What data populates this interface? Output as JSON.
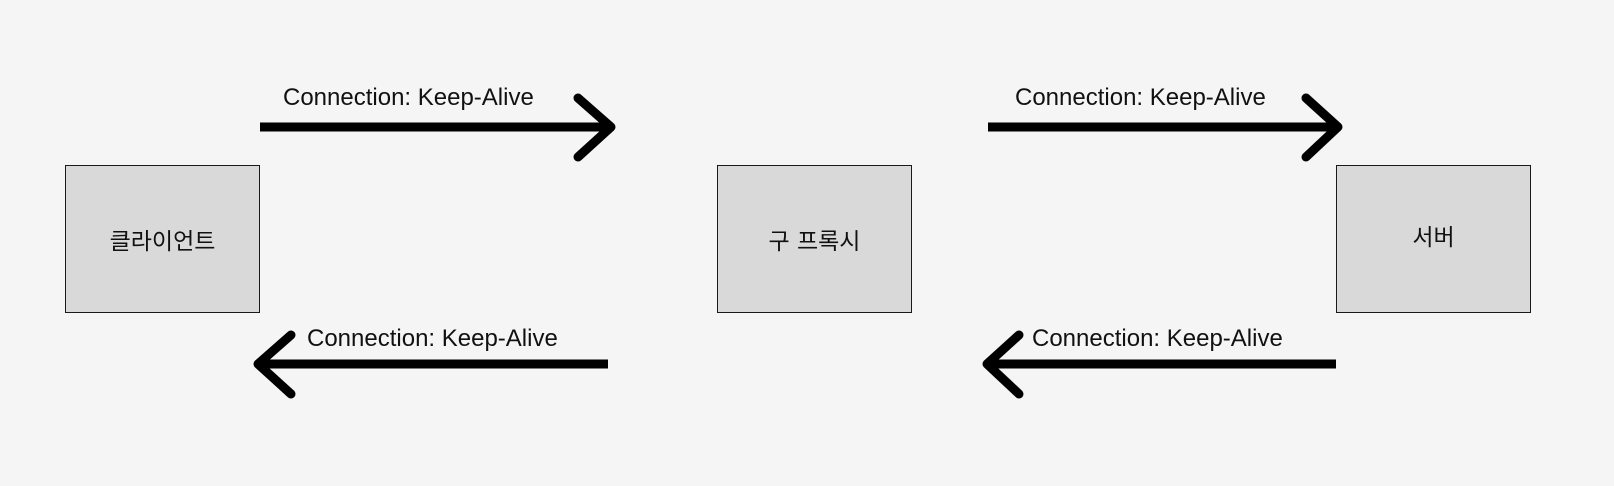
{
  "nodes": {
    "client": "클라이언트",
    "proxy": "구 프록시",
    "server": "서버"
  },
  "edges": [
    {
      "label": "Connection: Keep-Alive",
      "from": "client",
      "to": "proxy"
    },
    {
      "label": "Connection: Keep-Alive",
      "from": "proxy",
      "to": "server"
    },
    {
      "label": "Connection: Keep-Alive",
      "from": "proxy",
      "to": "client"
    },
    {
      "label": "Connection: Keep-Alive",
      "from": "server",
      "to": "proxy"
    }
  ],
  "colors": {
    "background": "#f5f5f5",
    "node_fill": "#d9d9d9",
    "stroke": "#000000"
  }
}
